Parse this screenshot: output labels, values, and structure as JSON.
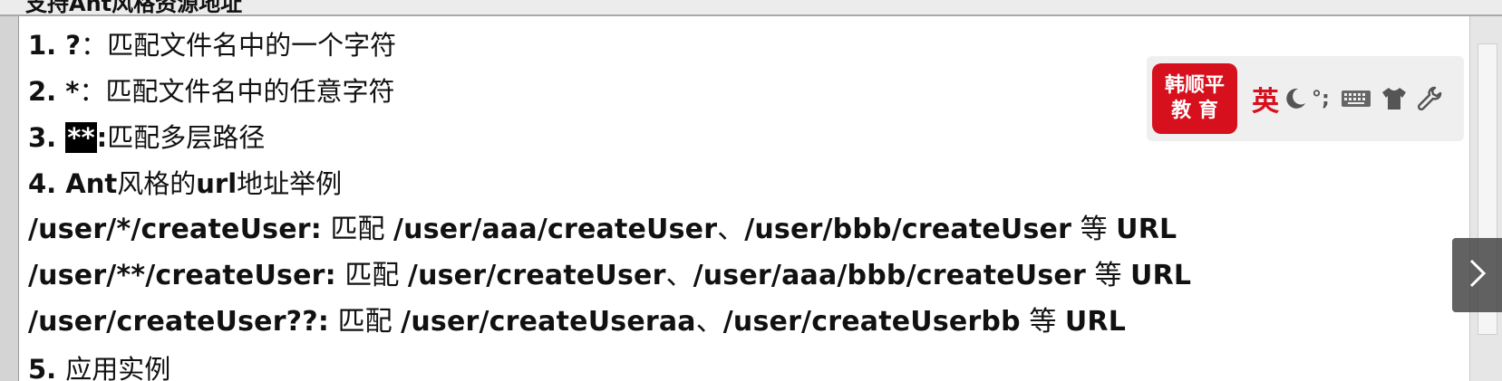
{
  "header": {
    "title": "支持Ant风格资源地址"
  },
  "doc": {
    "line1": {
      "num": "1. ",
      "symbol": "?",
      "sep": "：",
      "text": "匹配文件名中的一个字符"
    },
    "line2": {
      "num": "2. ",
      "symbol": "*",
      "sep": "：",
      "text": "匹配文件名中的任意字符"
    },
    "line3": {
      "num": "3. ",
      "symbol": "**",
      "sep": ":",
      "text": "匹配多层路径"
    },
    "line4": {
      "num": "4. ",
      "p1": "Ant",
      "p2": "风格的",
      "p3": "url",
      "p4": "地址举例"
    },
    "line5": {
      "pattern": "/user/*/createUser:",
      "match": " 匹配 ",
      "ex1": "/user/aaa/createUser",
      "sep": "、",
      "ex2": "/user/bbb/createUser",
      "etc": " 等 ",
      "url": "URL"
    },
    "line6": {
      "pattern": "/user/**/createUser:",
      "match": " 匹配 ",
      "ex1": "/user/createUser",
      "sep": "、",
      "ex2": "/user/aaa/bbb/createUser",
      "etc": " 等 ",
      "url": "URL"
    },
    "line7": {
      "pattern": "/user/createUser??:",
      "match": " 匹配 ",
      "ex1": "/user/createUseraa",
      "sep": "、",
      "ex2": "/user/createUserbb",
      "etc": " 等 ",
      "url": "URL"
    },
    "line8": {
      "num": "5. ",
      "text": "应用实例"
    }
  },
  "ime": {
    "logo_line1": "韩顺平",
    "logo_line2": "教 育",
    "lang": "英",
    "punct": "°;",
    "icons": [
      "moon-icon",
      "keyboard-icon",
      "shirt-icon",
      "wrench-icon"
    ]
  },
  "colors": {
    "logo_red": "#d7101d",
    "ime_bg": "#efefef",
    "highlight": "#000000"
  }
}
